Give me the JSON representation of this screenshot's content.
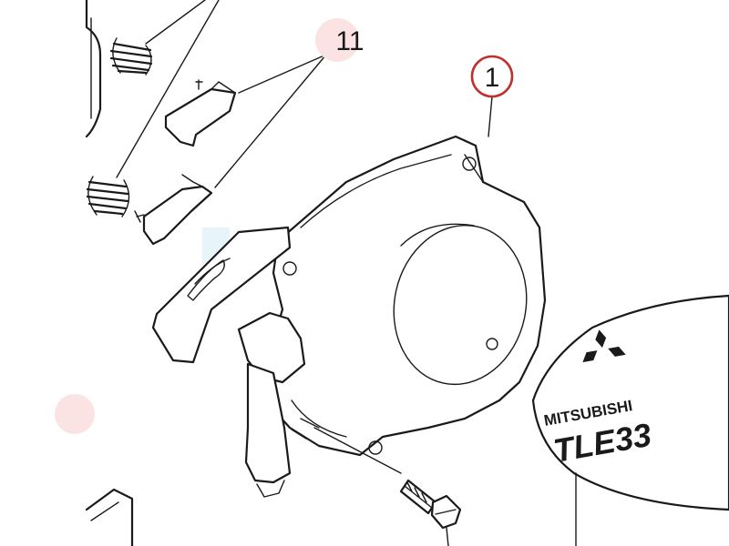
{
  "callouts": {
    "part_1": "1",
    "part_11": "11"
  },
  "decal": {
    "brand": "MITSUBISHI",
    "model": "TLE33"
  },
  "colors": {
    "line": "#1a1a1a",
    "callout_ring": "#c0302e",
    "callout_fill": "#fbe3e3",
    "watermark": "#d4ecf8"
  },
  "icons": {
    "brand_logo": "three-diamond-logo-icon"
  }
}
